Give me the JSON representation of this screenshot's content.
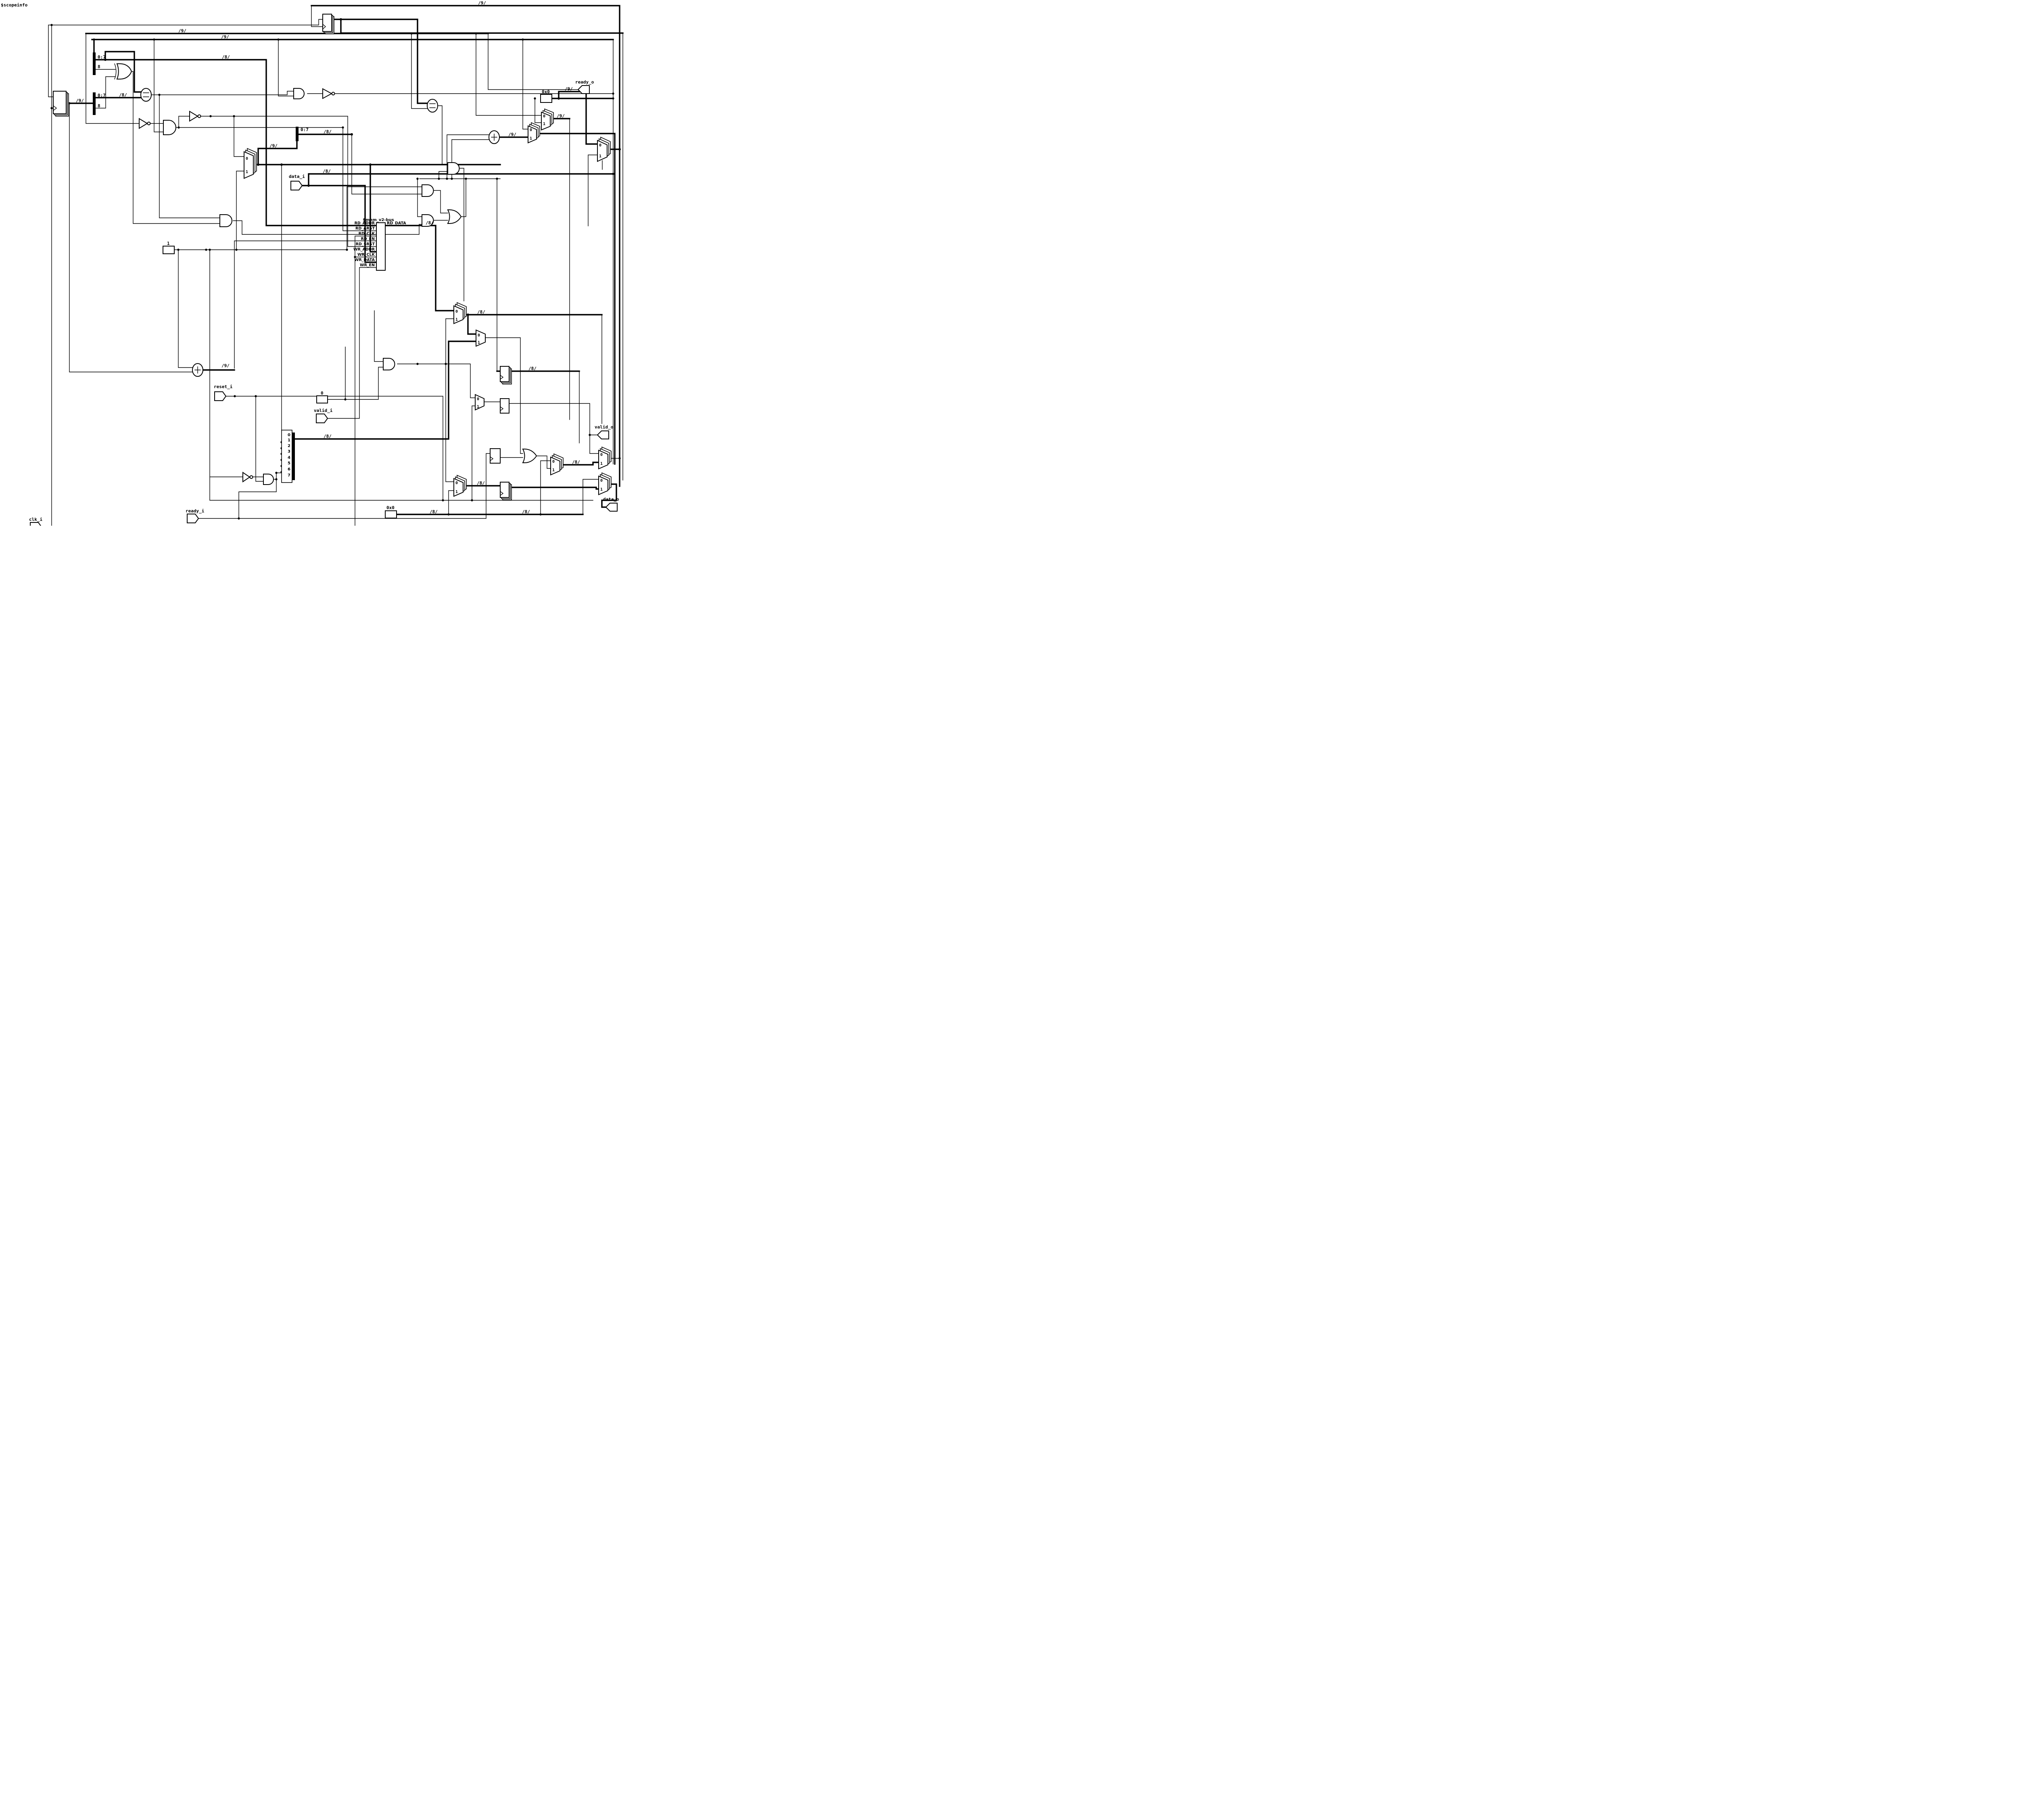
{
  "scope_label": "$scopeinfo",
  "ports": {
    "clk_i": "clk_i",
    "reset_i": "reset_i",
    "valid_i": "valid_i",
    "ready_i": "ready_i",
    "data_i": "data_i",
    "ready_o": "ready_o",
    "valid_o": "valid_o",
    "data_o": "data_o"
  },
  "memory": {
    "name": "$mem_v2-bus",
    "inputs": [
      "RD_ADDR",
      "RD_ARST",
      "RD_CLK",
      "RD_EN",
      "RD_SRST",
      "WR_ADDR",
      "WR_CLK",
      "WR_DATA",
      "WR_EN"
    ],
    "output": "RD_DATA"
  },
  "constants": {
    "one": "1",
    "zero": "0",
    "hex_zero_top": "0x0",
    "hex_zero_bottom": "0x0"
  },
  "slices": {
    "s1": [
      "0:7",
      "8"
    ],
    "s2": [
      "0:7",
      "8"
    ],
    "s3": [
      "0:7"
    ],
    "joiner": [
      "0",
      "1",
      "2",
      "3",
      "4",
      "5",
      "6",
      "7"
    ]
  },
  "mux": {
    "in0": "0",
    "in1": "1"
  },
  "operators": {
    "eq": "=",
    "add": "+"
  },
  "bus_widths": {
    "w9": "/9/",
    "w8": "/8/"
  }
}
